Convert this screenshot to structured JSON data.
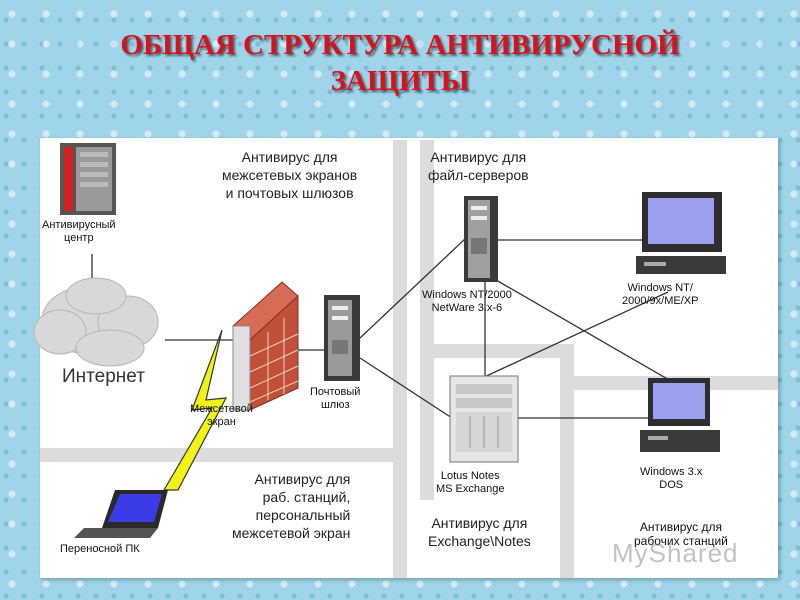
{
  "title": {
    "line1": "ОБЩАЯ СТРУКТУРА АНТИВИРУСНОЙ",
    "line2": "ЗАЩИТЫ"
  },
  "zones": {
    "firewalls": [
      "Антивирус для",
      "межсетевых экранов",
      "и почтовых шлюзов"
    ],
    "file_servers": [
      "Антивирус для",
      "файл-серверов"
    ],
    "workstations_left": [
      "Антивирус для",
      "раб. станций,",
      "персональный",
      "межсетевой экран"
    ],
    "exchange": [
      "Антивирус для",
      "Exchange\\Notes"
    ],
    "workstations_right": [
      "Антивирус для",
      "рабочих станций"
    ]
  },
  "nodes": {
    "antivirus_center": [
      "Антивирусный",
      "центр"
    ],
    "internet": "Интернет",
    "firewall": [
      "Межсетевой",
      "экран"
    ],
    "mail_gateway": [
      "Почтовый",
      "шлюз"
    ],
    "file_server": [
      "Windows NT/2000",
      "NetWare 3.x-6"
    ],
    "exchange_server": [
      "Lotus Notes",
      "MS Exchange"
    ],
    "workstation_nt": [
      "Windows NT/",
      "2000/9x/ME/XP"
    ],
    "workstation_dos": [
      "Windows 3.x",
      "DOS"
    ],
    "laptop": "Переносной ПК"
  },
  "watermark": "MyShared",
  "colors": {
    "title": "#d8121c",
    "background": "#9fd4ea",
    "zone_divider": "#dcdcdc",
    "lightning": "#f2f21a",
    "brick": "#c0503a",
    "screen": "#9aa0ee"
  }
}
